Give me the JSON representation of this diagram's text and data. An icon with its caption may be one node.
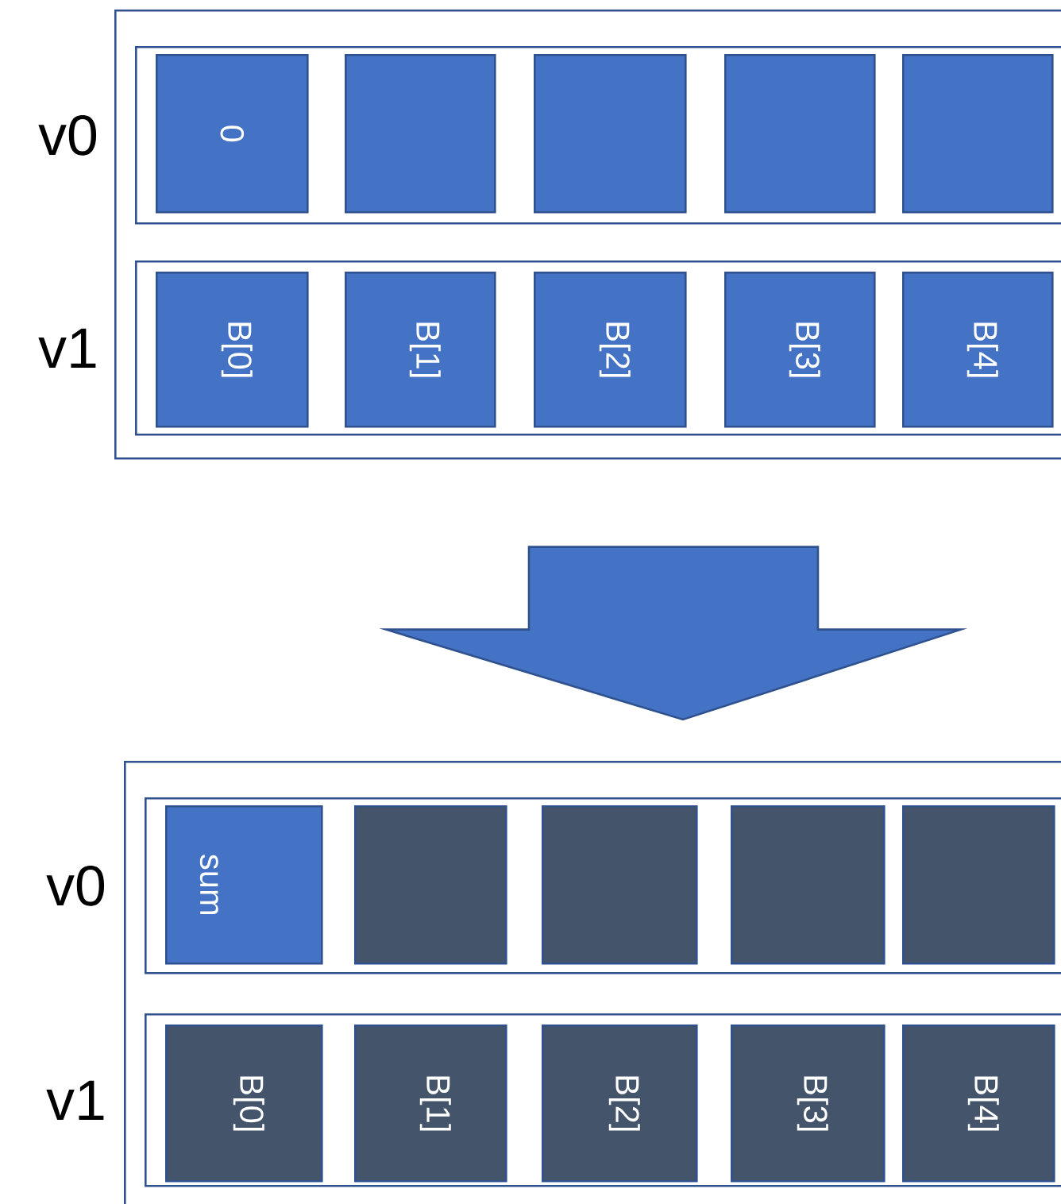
{
  "diagram": {
    "nodes": [
      {
        "text": [],
        "shape": "box"
      },
      {
        "text": [
          "v0"
        ],
        "in": 0
      },
      {
        "text": [
          "0"
        ],
        "in": 1
      },
      {
        "text": [],
        "shape": "box",
        "in": 1
      },
      {
        "text": [],
        "shape": "box",
        "in": 1
      },
      {
        "text": [],
        "shape": "box",
        "in": 1
      },
      {
        "text": [],
        "shape": "box",
        "in": 1
      },
      {
        "text": [
          "v1"
        ],
        "in": 0
      },
      {
        "text": [
          "B[0]"
        ],
        "in": 7
      },
      {
        "text": [
          "B[1]"
        ],
        "in": 7
      },
      {
        "text": [
          "B[2]"
        ],
        "in": 7
      },
      {
        "text": [
          "B[3]"
        ],
        "in": 7
      },
      {
        "text": [
          "B[4]"
        ],
        "in": 7
      },
      {
        "text": [],
        "shape": "box"
      },
      {
        "text": [
          "v0"
        ],
        "in": 13
      },
      {
        "text": [
          "sum"
        ],
        "in": 14
      },
      {
        "text": [],
        "shape": "box",
        "in": 14
      },
      {
        "text": [],
        "shape": "box",
        "in": 14
      },
      {
        "text": [],
        "shape": "box",
        "in": 14
      },
      {
        "text": [],
        "shape": "box",
        "in": 14
      },
      {
        "text": [
          "v1"
        ],
        "in": 13
      },
      {
        "text": [
          "B[0]"
        ],
        "in": 20
      },
      {
        "text": [
          "B[1]"
        ],
        "in": 20
      },
      {
        "text": [
          "B[2]"
        ],
        "in": 20
      },
      {
        "text": [
          "B[3]"
        ],
        "in": 20
      },
      {
        "text": [
          "B[4]"
        ],
        "in": 20
      }
    ],
    "edges": [
      {
        "from": 0,
        "to": 13,
        "arrow": "to"
      }
    ]
  }
}
